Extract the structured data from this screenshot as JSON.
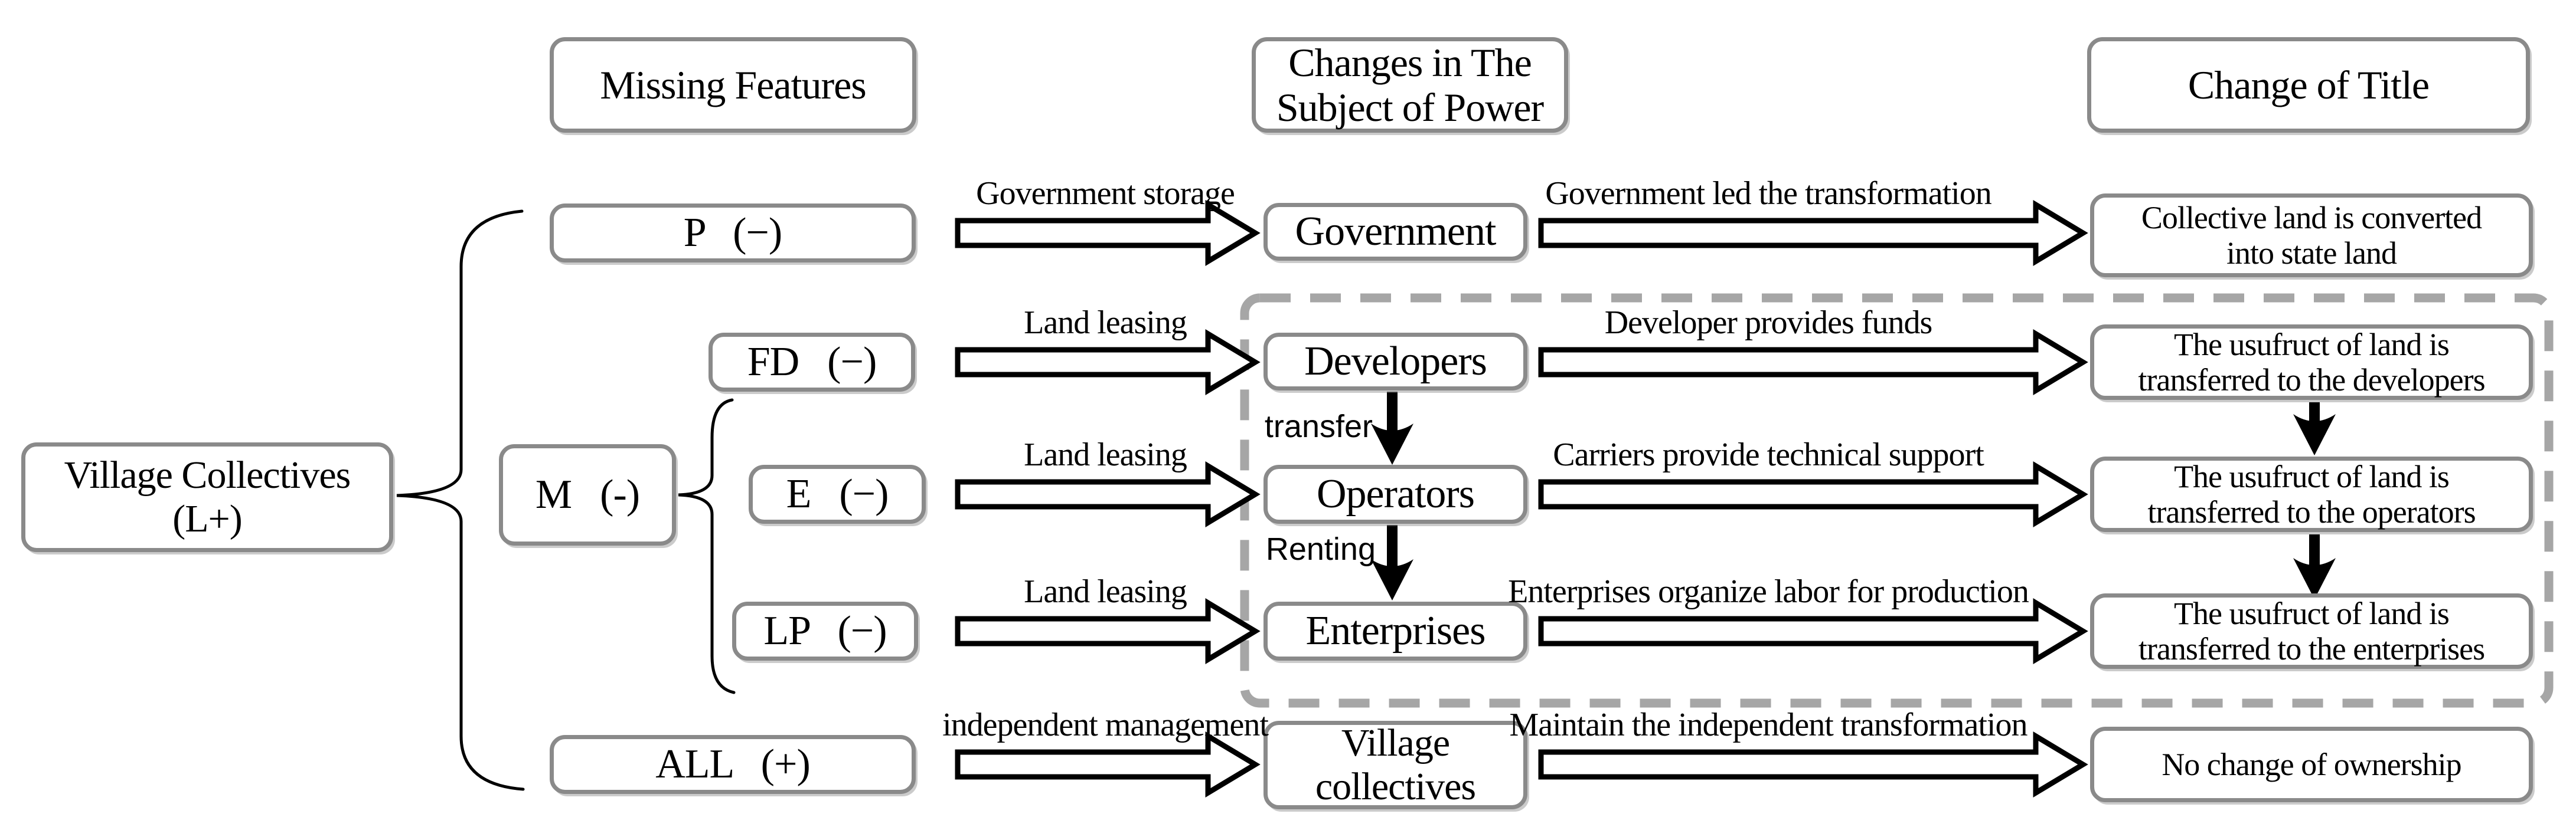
{
  "headers": {
    "missing_features": "Missing Features",
    "subject_of_power": "Changes in The\nSubject of Power",
    "change_of_title": "Change of Title"
  },
  "source": {
    "label": "Village Collectives\n(L+)"
  },
  "features": {
    "p": "P (−)",
    "m": "M (-)",
    "fd": "FD (−)",
    "e": "E (−)",
    "lp": "LP (−)",
    "all": "ALL (+)"
  },
  "subjects": {
    "government": "Government",
    "developers": "Developers",
    "operators": "Operators",
    "enterprises": "Enterprises",
    "village_collectives": "Village\ncollectives"
  },
  "outcomes": {
    "state_land": "Collective land is converted\ninto state land",
    "developers": "The usufruct of land is\ntransferred to the developers",
    "operators": "The usufruct of land is\ntransferred to the operators",
    "enterprises": "The usufruct of land is\ntransferred to the enterprises",
    "no_change": "No change of ownership"
  },
  "arrow_labels": {
    "government_storage": "Government storage",
    "land_leasing_fd": "Land leasing",
    "land_leasing_e": "Land leasing",
    "land_leasing_lp": "Land leasing",
    "independent_management": "independent management",
    "government_led": "Government led the transformation",
    "developer_funds": "Developer provides funds",
    "carriers_support": "Carriers provide technical support",
    "enterprises_labor": "Enterprises organize labor for production",
    "maintain_independent": "Maintain the independent transformation",
    "transfer": "transfer",
    "renting": "Renting"
  },
  "colors": {
    "box_border": "#8a8a8a",
    "dashed_border": "#a6a6a6",
    "arrow_fill": "#ffffff",
    "ink": "#000000"
  }
}
